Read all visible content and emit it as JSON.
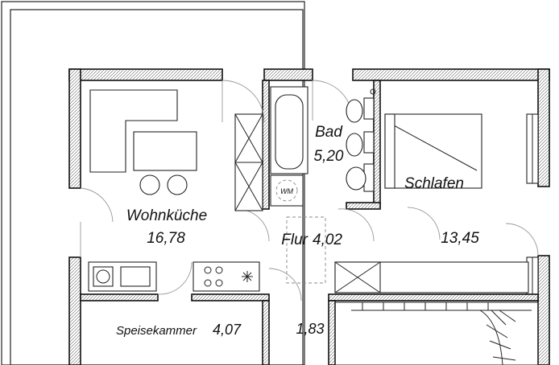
{
  "rooms": {
    "wohnkueche": {
      "name": "Wohnküche",
      "area": "16,78"
    },
    "bad": {
      "name": "Bad",
      "area": "5,20"
    },
    "schlafen": {
      "name": "Schlafen",
      "area": "13,45"
    },
    "flur": {
      "name": "Flur",
      "area": "4,02"
    },
    "speisekammer": {
      "name": "Speisekammer",
      "area": "4,07"
    },
    "vorraum": {
      "area": "1,83"
    }
  },
  "fixtures": {
    "washing_machine": "WM"
  }
}
